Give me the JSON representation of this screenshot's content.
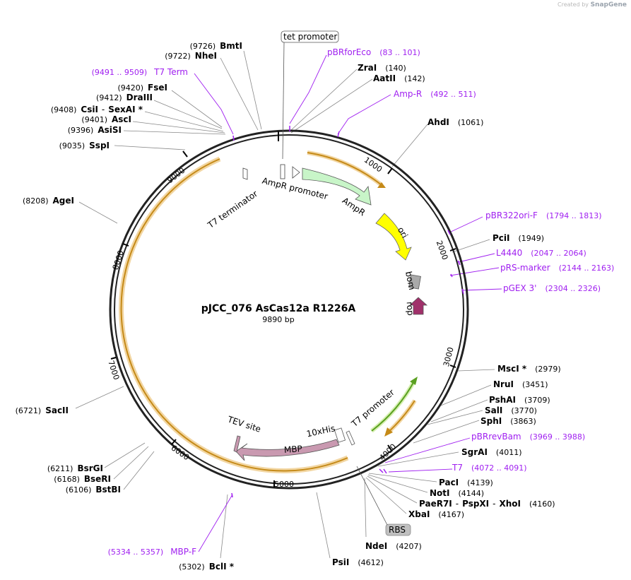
{
  "app": {
    "credit_prefix": "Created by",
    "credit_brand": "SnapGene"
  },
  "plasmid": {
    "name": "pJCC_076 AsCas12a R1226A",
    "size": "9890 bp"
  },
  "colors": {
    "backbone": "#222222",
    "primer": "#a020f0",
    "ampr": "#c8f5c8",
    "ori": "#ffff00",
    "bom": "#a9a9a9",
    "rop": "#a0306a",
    "mbp": "#c999b0",
    "orf": "#e2b04a",
    "orf_green": "#6fc43f"
  },
  "ticks": [
    "1000",
    "2000",
    "3000",
    "4000",
    "5000",
    "6000",
    "7000",
    "8000",
    "9000"
  ],
  "sites": [
    {
      "pos": "(9726)",
      "name": "BmtI"
    },
    {
      "pos": "(9722)",
      "name": "NheI"
    },
    {
      "pos": "(9420)",
      "name": "FseI"
    },
    {
      "pos": "(9412)",
      "name": "DraIII"
    },
    {
      "pos": "(9408)",
      "name": "CsiI",
      "name2": "SexAI *"
    },
    {
      "pos": "(9401)",
      "name": "AscI"
    },
    {
      "pos": "(9396)",
      "name": "AsiSI"
    },
    {
      "pos": "(9035)",
      "name": "SspI"
    },
    {
      "pos": "(8208)",
      "name": "AgeI"
    },
    {
      "pos": "(6721)",
      "name": "SacII"
    },
    {
      "pos": "(6211)",
      "name": "BsrGI"
    },
    {
      "pos": "(6168)",
      "name": "BseRI"
    },
    {
      "pos": "(6106)",
      "name": "BstBI"
    },
    {
      "pos": "(5302)",
      "name": "BclI *"
    },
    {
      "pos": "(4612)",
      "name": "PsiI"
    },
    {
      "pos": "(4207)",
      "name": "NdeI"
    },
    {
      "pos": "(4167)",
      "name": "XbaI"
    },
    {
      "pos": "(4160)",
      "name": "PaeR7I",
      "name2": "PspXI",
      "name3": "XhoI"
    },
    {
      "pos": "(4144)",
      "name": "NotI"
    },
    {
      "pos": "(4139)",
      "name": "PacI"
    },
    {
      "pos": "(4011)",
      "name": "SgrAI"
    },
    {
      "pos": "(3863)",
      "name": "SphI"
    },
    {
      "pos": "(3770)",
      "name": "SalI"
    },
    {
      "pos": "(3709)",
      "name": "PshAI"
    },
    {
      "pos": "(3451)",
      "name": "NruI"
    },
    {
      "pos": "(2979)",
      "name": "MscI *"
    },
    {
      "pos": "(1949)",
      "name": "PciI"
    },
    {
      "pos": "(1061)",
      "name": "AhdI"
    },
    {
      "pos": "(140)",
      "name": "ZraI"
    },
    {
      "pos": "(142)",
      "name": "AatII"
    }
  ],
  "primers": [
    {
      "name": "pBRforEco",
      "range": "(83 .. 101)"
    },
    {
      "name": "Amp-R",
      "range": "(492 .. 511)"
    },
    {
      "name": "T7 Term",
      "range": "(9491 .. 9509)"
    },
    {
      "name": "pBR322ori-F",
      "range": "(1794 .. 1813)"
    },
    {
      "name": "L4440",
      "range": "(2047 .. 2064)"
    },
    {
      "name": "pRS-marker",
      "range": "(2144 .. 2163)"
    },
    {
      "name": "pGEX 3'",
      "range": "(2304 .. 2326)"
    },
    {
      "name": "pBRrevBam",
      "range": "(3969 .. 3988)"
    },
    {
      "name": "T7",
      "range": "(4072 .. 4091)"
    },
    {
      "name": "MBP-F",
      "range": "(5334 .. 5357)"
    }
  ],
  "boxed": {
    "tet_promoter": "tet promoter",
    "rbs": "RBS"
  },
  "features": {
    "t7_terminator": "T7 terminator",
    "ampr_promoter": "AmpR promoter",
    "ampr": "AmpR",
    "ori": "ori",
    "bom": "bom",
    "rop": "rop",
    "t7_promoter": "T7 promoter",
    "his": "10xHis",
    "tev": "TEV site",
    "mbp": "MBP"
  }
}
